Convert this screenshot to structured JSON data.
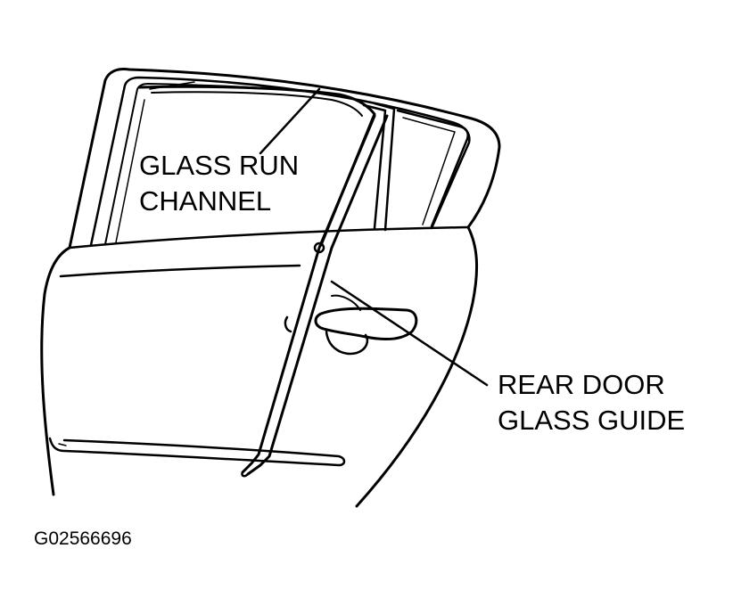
{
  "labels": {
    "glass_run_channel": {
      "line1": "GLASS RUN",
      "line2": "CHANNEL"
    },
    "rear_door_glass_guide": {
      "line1": "REAR DOOR",
      "line2": "GLASS GUIDE"
    }
  },
  "figure_id": "G02566696",
  "colors": {
    "ink": "#000000",
    "paper": "#ffffff"
  }
}
